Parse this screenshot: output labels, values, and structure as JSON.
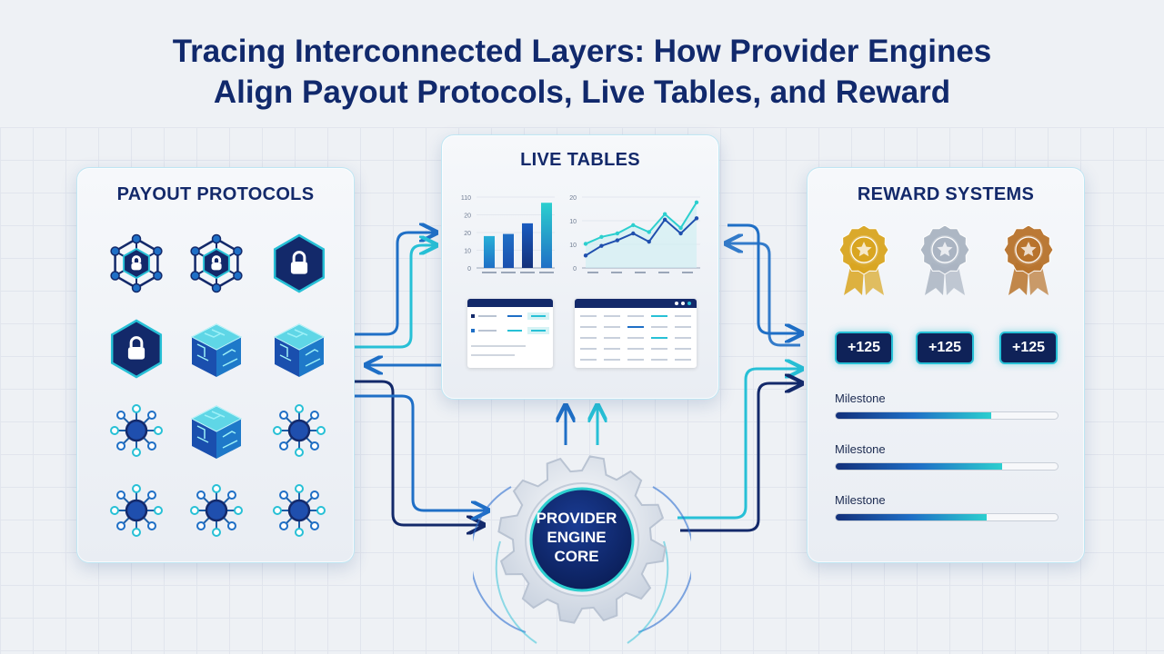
{
  "title": {
    "line1": "Tracing Interconnected Layers: How Provider Engines",
    "line2": "Align Payout Protocols, Live Tables, and Reward"
  },
  "payout": {
    "title": "PAYOUT PROTOCOLS",
    "icons": [
      "lock-network-icon",
      "lock-network-icon",
      "lock-hexagon-icon",
      "lock-hexagon-icon",
      "circuit-cube-icon",
      "circuit-cube-icon",
      "node-network-icon",
      "circuit-cube-icon",
      "node-network-icon",
      "node-network-icon",
      "node-network-icon",
      "node-network-icon"
    ]
  },
  "live_tables": {
    "title": "LIVE TABLES",
    "bar_chart": {
      "type": "bar",
      "y_ticks": [
        "110",
        "20",
        "20",
        "10",
        "0"
      ],
      "values": [
        0.45,
        0.48,
        0.63,
        0.92
      ]
    },
    "line_chart": {
      "type": "line",
      "y_ticks": [
        "20",
        "10",
        "10",
        "0"
      ],
      "series": [
        {
          "values": [
            0.35,
            0.45,
            0.5,
            0.62,
            0.52,
            0.78,
            0.58,
            0.95
          ]
        },
        {
          "values": [
            0.18,
            0.32,
            0.4,
            0.5,
            0.38,
            0.7,
            0.5,
            0.72
          ]
        }
      ]
    }
  },
  "center": {
    "label_lines": [
      "PROVIDER",
      "ENGINE",
      "CORE"
    ]
  },
  "reward": {
    "title": "REWARD SYSTEMS",
    "medals": [
      {
        "name": "gold-medal-icon",
        "color": "#d9a520"
      },
      {
        "name": "silver-medal-icon",
        "color": "#aab4c2"
      },
      {
        "name": "bronze-medal-icon",
        "color": "#b8732c"
      }
    ],
    "badges": [
      "+125",
      "+125",
      "+125"
    ],
    "milestones": [
      {
        "label": "Milestone",
        "progress": 0.7
      },
      {
        "label": "Milestone",
        "progress": 0.75
      },
      {
        "label": "Milestone",
        "progress": 0.68
      }
    ]
  },
  "colors": {
    "navy": "#13296a",
    "teal": "#27c0d6",
    "blue": "#1f6fc6"
  }
}
